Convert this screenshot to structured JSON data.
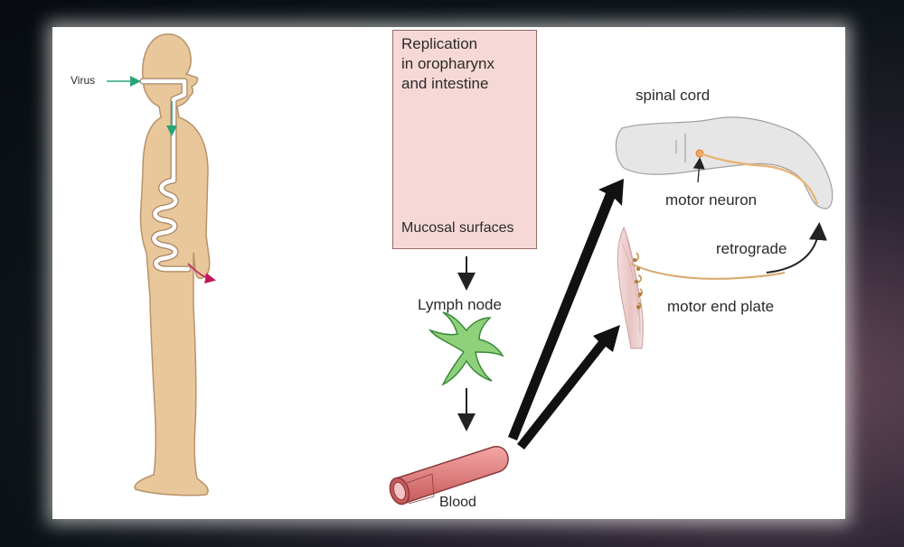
{
  "labels": {
    "virus": "Virus",
    "replication": [
      "Replication",
      "in oropharynx",
      "and intestine"
    ],
    "mucosal": "Mucosal surfaces",
    "lymph_node": "Lymph node",
    "blood": "Blood",
    "spinal_cord": "spinal cord",
    "motor_neuron": "motor neuron",
    "retrograde": "retrograde",
    "motor_end_plate": "motor end plate"
  },
  "colors": {
    "body": "#e8c79a",
    "body_outline": "#b8926a",
    "virus_arrow": "#2aa37a",
    "exit_arrow": "#c2185b",
    "box_fill": "#f6d9d6",
    "cell": "#f0d9a3",
    "lymph_cell": "#8fd07a",
    "blood_vessel": "#e07a7a",
    "big_arrow": "#111111"
  }
}
